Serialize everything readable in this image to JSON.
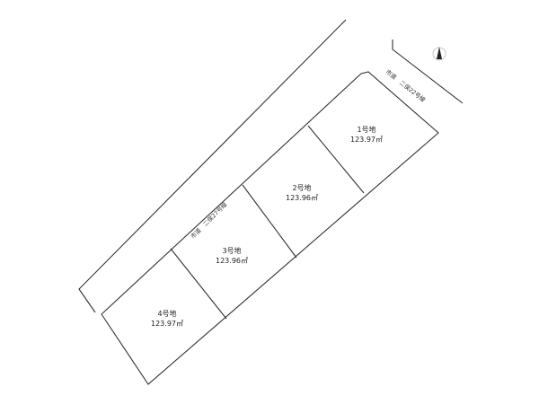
{
  "roads": [
    {
      "label": "市道　二俣27号線"
    },
    {
      "label": "市道　二俣22号線"
    }
  ],
  "lots": [
    {
      "name": "1号地",
      "area": "123.97㎡"
    },
    {
      "name": "2号地",
      "area": "123.96㎡"
    },
    {
      "name": "3号地",
      "area": "123.96㎡"
    },
    {
      "name": "4号地",
      "area": "123.97㎡"
    }
  ],
  "compass": {
    "icon": "north-arrow-icon"
  },
  "line_color": "#333333"
}
